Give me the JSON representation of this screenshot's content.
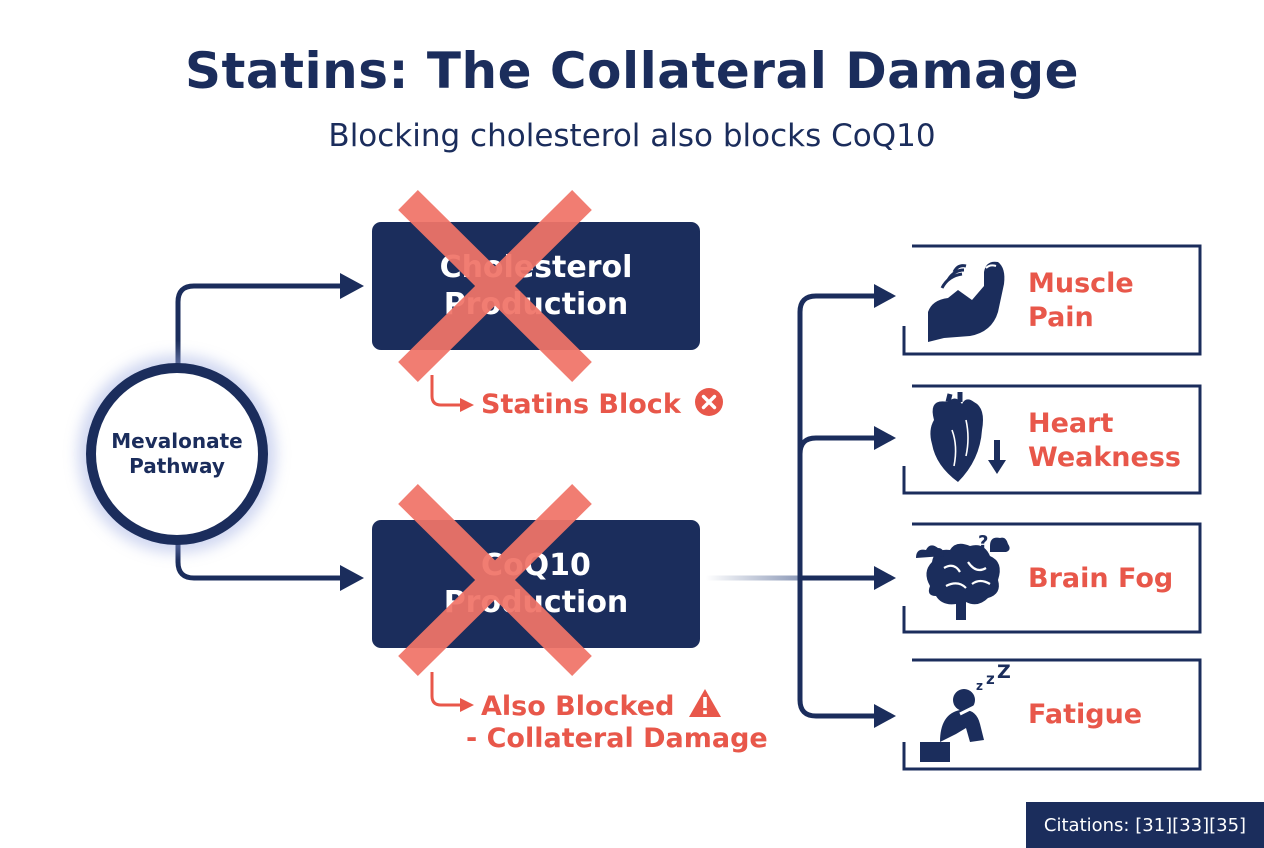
{
  "header": {
    "title": "Statins: The Collateral Damage",
    "subtitle": "Blocking cholesterol also blocks CoQ10"
  },
  "hub": {
    "label": "Mevalonate Pathway"
  },
  "production": {
    "cholesterol": "Cholesterol Production",
    "coq10": "CoQ10 Production"
  },
  "notes": {
    "statins_block": "Statins Block",
    "also_blocked": "Also Blocked",
    "collateral": "- Collateral Damage"
  },
  "effects": [
    {
      "label": "Muscle Pain",
      "icon": "flexed-arm-pain-icon"
    },
    {
      "label": "Heart Weakness",
      "icon": "heart-down-arrow-icon"
    },
    {
      "label": "Brain Fog",
      "icon": "brain-clouds-icon"
    },
    {
      "label": "Fatigue",
      "icon": "tired-person-icon"
    }
  ],
  "footer": {
    "citations": "Citations: [31][33][35]"
  },
  "colors": {
    "navy": "#1b2d5c",
    "red": "#e8574a",
    "blocked_x": "#f07468",
    "white": "#ffffff"
  }
}
